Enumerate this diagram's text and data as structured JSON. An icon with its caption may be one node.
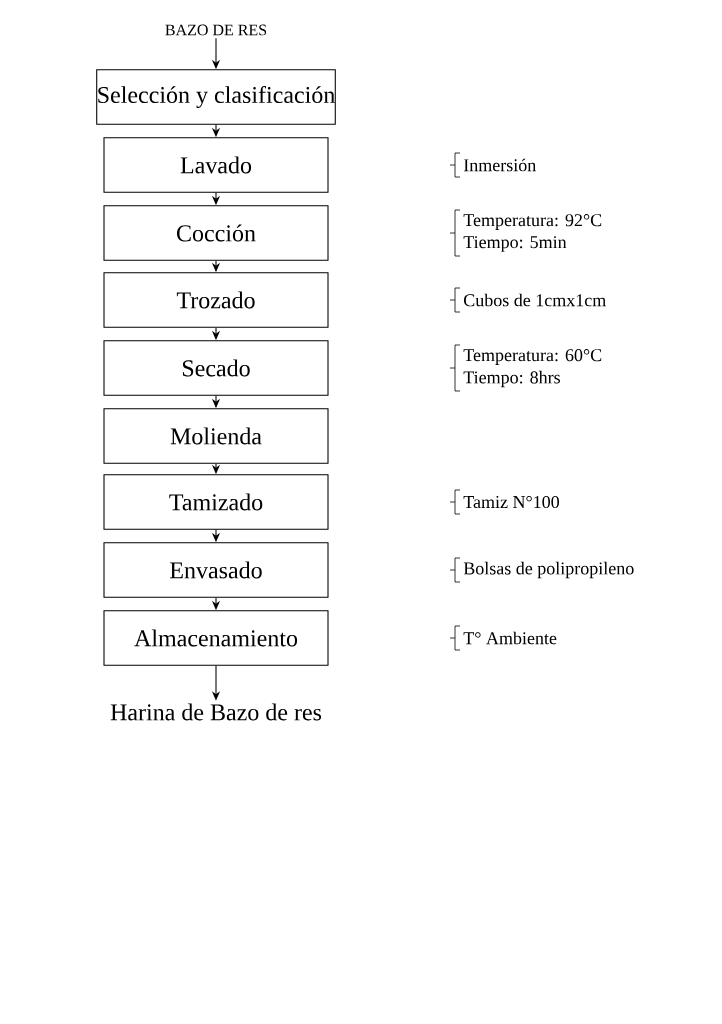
{
  "diagram": {
    "nodes": [
      {
        "text": [
          "BAZO DE RES"
        ]
      },
      {
        "text": [
          "Selección y clasificación"
        ]
      },
      {
        "text": [
          "Lavado"
        ],
        "beside": [
          "Inmersión"
        ]
      },
      {
        "text": [
          "Cocción"
        ],
        "beside": [
          "Temperatura: 92°C",
          "Tiempo: 5min"
        ]
      },
      {
        "text": [
          "Trozado"
        ],
        "beside": [
          "Cubos de 1cmx1cm"
        ]
      },
      {
        "text": [
          "Secado"
        ],
        "beside": [
          "Temperatura: 60°C",
          "Tiempo: 8hrs"
        ]
      },
      {
        "text": [
          "Molienda"
        ]
      },
      {
        "text": [
          "Tamizado"
        ],
        "beside": [
          "Tamiz N°100"
        ]
      },
      {
        "text": [
          "Envasado"
        ],
        "beside": [
          "Bolsas de polipropileno"
        ]
      },
      {
        "text": [
          "Almacenamiento"
        ],
        "beside": [
          "T° Ambiente"
        ]
      },
      {
        "text": [
          "Harina de Bazo de res"
        ]
      }
    ],
    "edges": [
      {
        "from": 0,
        "to": 1,
        "arrow": "to"
      },
      {
        "from": 1,
        "to": 2,
        "arrow": "to"
      },
      {
        "from": 2,
        "to": 3,
        "arrow": "to"
      },
      {
        "from": 3,
        "to": 4,
        "arrow": "to"
      },
      {
        "from": 4,
        "to": 5,
        "arrow": "to"
      },
      {
        "from": 5,
        "to": 6,
        "arrow": "to"
      },
      {
        "from": 6,
        "to": 7,
        "arrow": "to"
      },
      {
        "from": 7,
        "to": 8,
        "arrow": "to"
      },
      {
        "from": 8,
        "to": 9,
        "arrow": "to"
      },
      {
        "from": 9,
        "to": 10,
        "arrow": "to"
      }
    ]
  }
}
